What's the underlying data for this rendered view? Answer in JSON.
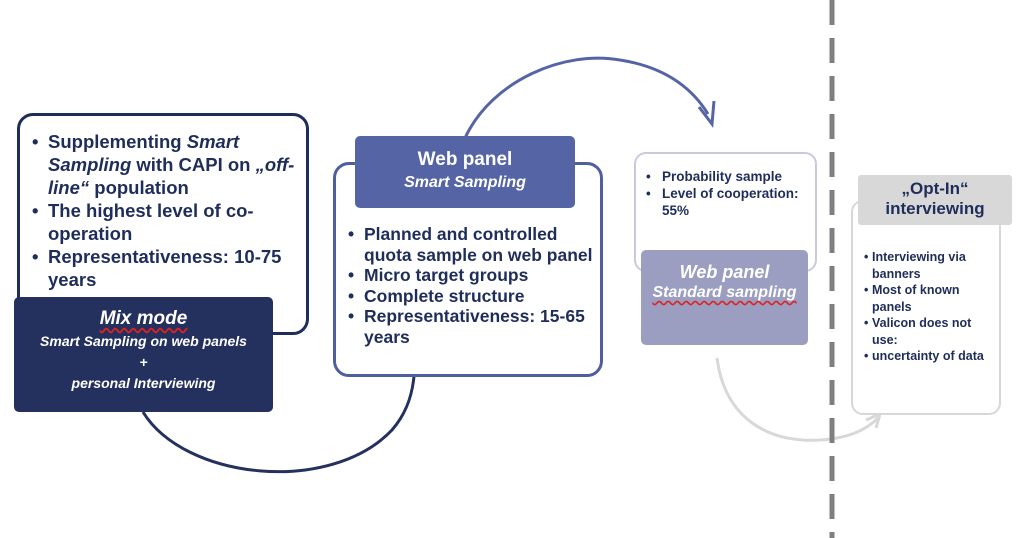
{
  "mix_mode": {
    "bullets": [
      "Supplementing Smart Sampling with CAPI on „off-line“ population",
      "The highest level of co-operation",
      "Representativeness: 10-75 years"
    ],
    "bullet1_parts": [
      "Supplementing ",
      "Smart Sampling",
      " with CAPI on ",
      "„off-line“",
      " population"
    ],
    "title": "Mix mode",
    "subtitle_line1": "Smart Sampling on web panels",
    "subtitle_line2": "+",
    "subtitle_line3": "personal Interviewing"
  },
  "web_panel_smart": {
    "title": "Web panel",
    "subtitle": "Smart Sampling",
    "bullets": [
      "Planned and controlled quota sample on web panel",
      "Micro target groups",
      "Complete structure",
      "Representativeness: 15-65 years"
    ]
  },
  "web_panel_standard": {
    "bullets": [
      "Probability sample",
      "Level of cooperation: 55%"
    ],
    "title": "Web panel",
    "subtitle": "Standard sampling"
  },
  "opt_in": {
    "title": "„Opt-In“ interviewing",
    "bullets": [
      "Interviewing via banners",
      "Most of known panels",
      "Valicon does not use:",
      "uncertainty of data"
    ]
  },
  "colors": {
    "navy": "#24305e",
    "text": "#1f2d5a",
    "mid_blue": "#5564a5",
    "light_purple": "#9b9ec0",
    "light_gray": "#d8d8d8",
    "divider": "#7f7f7f"
  }
}
